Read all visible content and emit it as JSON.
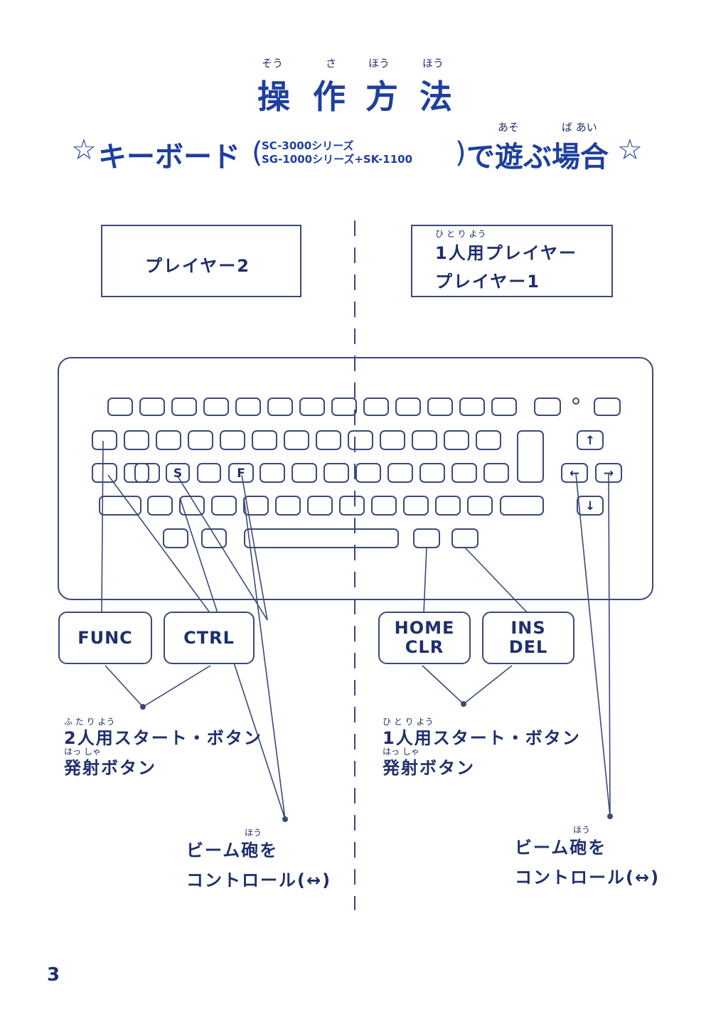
{
  "title": {
    "ruby": [
      "そう",
      "さ",
      "ほう",
      "ほう"
    ],
    "chars": [
      "操",
      "作",
      "方",
      "法"
    ]
  },
  "subtitle": {
    "star": "☆",
    "main": "キーボード",
    "series_line1": "SC-3000シリーズ",
    "series_line2": "SG-1000シリーズ+SK-1100",
    "tail": "で遊ぶ場合",
    "ruby_asobu": "あそ",
    "ruby_baai": "ば あい"
  },
  "player2_box": {
    "label": "プレイヤー2"
  },
  "player1_box": {
    "ruby": "ひ と り よう",
    "line1": "1人用プレイヤー",
    "line2": "プレイヤー1"
  },
  "keyboard": {
    "key_s": "S",
    "key_f": "F",
    "arrow_up": "↑",
    "arrow_left": "←",
    "arrow_right": "→",
    "arrow_down": "↓",
    "degree": "°"
  },
  "buttons": {
    "func": "FUNC",
    "ctrl": "CTRL",
    "home_line1": "HOME",
    "home_line2": "CLR",
    "ins_line1": "INS",
    "ins_line2": "DEL"
  },
  "left_desc": {
    "ruby": "ふ た り よう",
    "start": "2人用スタート・ボタン",
    "fire_ruby": "はっ しゃ",
    "fire": "発射ボタン"
  },
  "right_desc": {
    "ruby": "ひ と り よう",
    "start": "1人用スタート・ボタン",
    "fire_ruby": "はっ しゃ",
    "fire": "発射ボタン"
  },
  "left_beam": {
    "ruby": "ほう",
    "line1": "ビーム砲を",
    "line2": "コントロール(↔)"
  },
  "right_beam": {
    "ruby": "ほう",
    "line1": "ビーム砲を",
    "line2": "コントロール(↔)"
  },
  "page_number": "3"
}
